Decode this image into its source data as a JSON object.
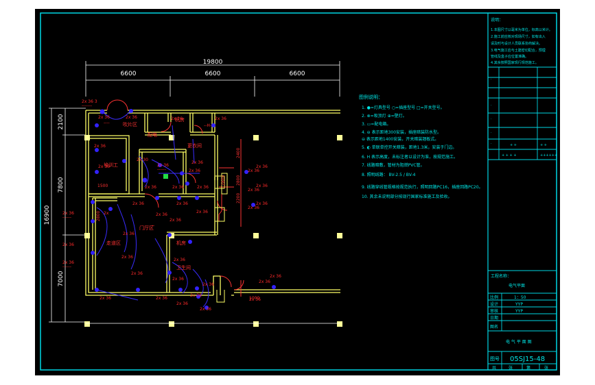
{
  "dimensions": {
    "overall": "19800",
    "bays": [
      "6600",
      "6600",
      "6600"
    ],
    "vertical_total": "16900",
    "vertical_segments": [
      "2100",
      "7800",
      "7000"
    ],
    "inner_small": [
      "1500",
      "2800",
      "2400",
      "2800",
      "2200",
      "2800",
      "1000"
    ]
  },
  "rooms": {
    "r1": "吹片区",
    "r2": "机房",
    "r3": "配电",
    "r4": "更衣间",
    "r5": "培训工",
    "r6": "门厅区",
    "r7": "走道区",
    "r8": "卫生间",
    "r9": "机房"
  },
  "legend": {
    "title": "图例说明：",
    "items": [
      "1.  ●=灯具型号  ○=插座型号  □=开关型号。",
      "2.  ⊗=吸顶灯    ⊕=壁灯。",
      "3.  ▭=配电箱。",
      "4.  ⊖ 表示距地300安装，插座暗装防水型。",
      "    ⊖ 表示距地1400安装，开关暗装翘板式。",
      "5.  ◐ 单联单控开关暗装，距地1.3米，安装于门边。",
      "6.  H 表示高度，未标注者以设计为准，按规范施工。",
      "7.  线路暗敷，管材为阻燃PVC管。",
      "8.  照明线路：  BV-2.5 / BV-4",
      "9.  线路穿线管规格按规范执行，照明回路PC16，插座回路PC20。",
      "10. 其余未说明部分按现行国家标准施工及验收。"
    ]
  },
  "notes": {
    "title": "说明：",
    "lines": [
      "1.本图尺寸以毫米为单位，标高以米计。",
      "2.施工前应核对现场尺寸，如有出入",
      "  请及时与设计人员联系协商解决。",
      "3.电气施工应与土建密切配合，预埋",
      "  管线及盒子应位置准确。",
      "4.其余按照国家现行规范施工。"
    ]
  },
  "title_block": {
    "grid_text_1": "+    +",
    "grid_text_2": "+ + + +",
    "grid_text_3": "++++++",
    "project_label": "工程名称：",
    "project_value": "电气平面",
    "rows": [
      {
        "label": "比例",
        "value": "1：50"
      },
      {
        "label": "设计",
        "value": "YYP"
      },
      {
        "label": "审核",
        "value": "YYP"
      },
      {
        "label": "日期",
        "value": ""
      },
      {
        "label": "图名",
        "value": ""
      }
    ],
    "drawing_title": "电 气 平 面 图",
    "drawing_no_label": "图号",
    "drawing_no": "05SJ15-48",
    "bottom": [
      "共",
      "张",
      "第",
      "张"
    ]
  },
  "colors": {
    "frame": "#00d7e5",
    "wall": "#ffff66",
    "annotation": "#ff2222",
    "fixture": "#3322ff",
    "dimension": "#ffffff",
    "legend": "#00e6e6"
  }
}
